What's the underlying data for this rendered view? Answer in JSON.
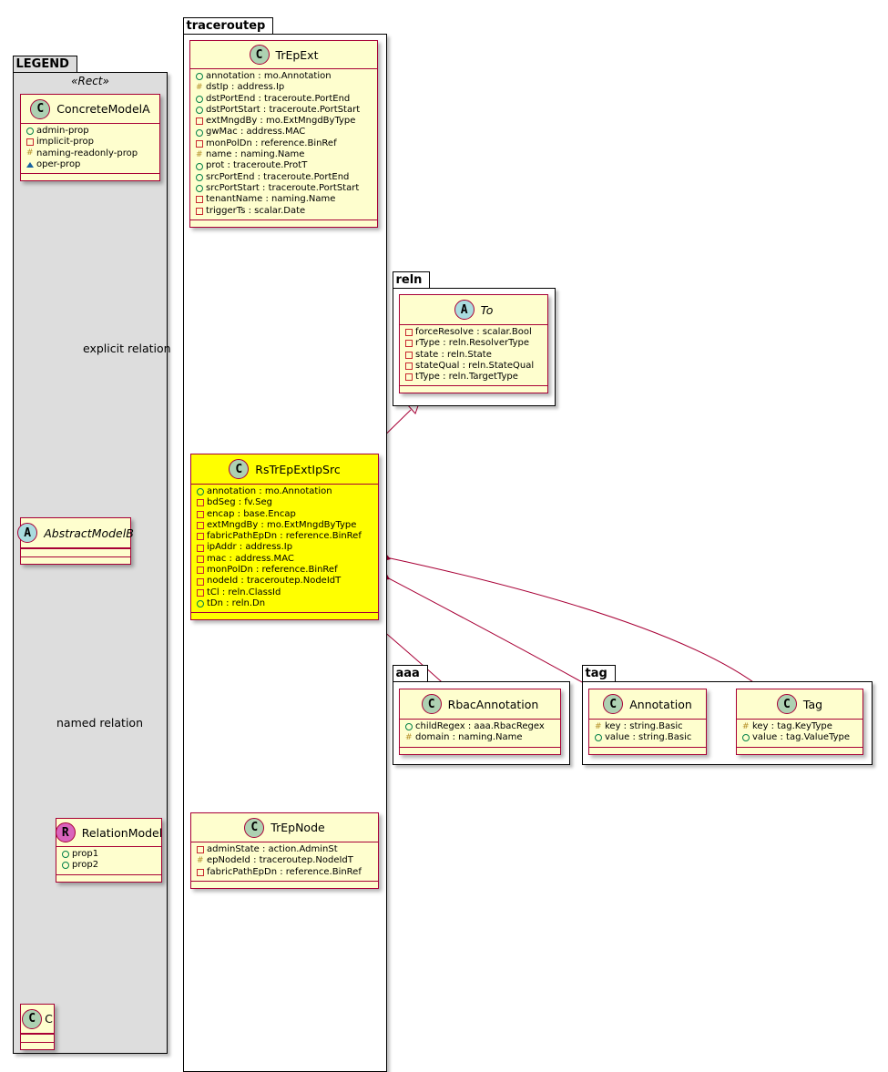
{
  "packages": {
    "legend": {
      "name": "LEGEND",
      "stereotype": "«Rect»"
    },
    "traceroutep": {
      "name": "traceroutep"
    },
    "reln": {
      "name": "reln"
    },
    "aaa": {
      "name": "aaa"
    },
    "tag": {
      "name": "tag"
    }
  },
  "legend_classes": {
    "concrete": {
      "name": "ConcreteModelA",
      "badge": "C",
      "attrs": [
        {
          "vis": "public",
          "text": "admin-prop"
        },
        {
          "vis": "private",
          "text": "implicit-prop"
        },
        {
          "vis": "protected",
          "text": "naming-readonly-prop"
        },
        {
          "vis": "package",
          "text": "oper-prop"
        }
      ]
    },
    "abstract": {
      "name": "AbstractModelB",
      "badge": "A"
    },
    "relation": {
      "name": "RelationModel",
      "badge": "R",
      "attrs": [
        {
          "vis": "public",
          "text": "prop1"
        },
        {
          "vis": "public",
          "text": "prop2"
        }
      ]
    },
    "c": {
      "name": "C",
      "badge": "C"
    }
  },
  "legend_labels": {
    "explicit": "explicit relation",
    "named": "named relation"
  },
  "classes": {
    "trepext": {
      "name": "TrEpExt",
      "badge": "C",
      "attrs": [
        {
          "vis": "public",
          "text": "annotation : mo.Annotation"
        },
        {
          "vis": "protected",
          "text": "dstIp : address.Ip"
        },
        {
          "vis": "public",
          "text": "dstPortEnd : traceroute.PortEnd"
        },
        {
          "vis": "public",
          "text": "dstPortStart : traceroute.PortStart"
        },
        {
          "vis": "private",
          "text": "extMngdBy : mo.ExtMngdByType"
        },
        {
          "vis": "public",
          "text": "gwMac : address.MAC"
        },
        {
          "vis": "private",
          "text": "monPolDn : reference.BinRef"
        },
        {
          "vis": "protected",
          "text": "name : naming.Name"
        },
        {
          "vis": "public",
          "text": "prot : traceroute.ProtT"
        },
        {
          "vis": "public",
          "text": "srcPortEnd : traceroute.PortEnd"
        },
        {
          "vis": "public",
          "text": "srcPortStart : traceroute.PortStart"
        },
        {
          "vis": "private",
          "text": "tenantName : naming.Name"
        },
        {
          "vis": "private",
          "text": "triggerTs : scalar.Date"
        }
      ]
    },
    "to": {
      "name": "To",
      "badge": "A",
      "attrs": [
        {
          "vis": "private",
          "text": "forceResolve : scalar.Bool"
        },
        {
          "vis": "private",
          "text": "rType : reln.ResolverType"
        },
        {
          "vis": "private",
          "text": "state : reln.State"
        },
        {
          "vis": "private",
          "text": "stateQual : reln.StateQual"
        },
        {
          "vis": "private",
          "text": "tType : reln.TargetType"
        }
      ]
    },
    "rstrepext": {
      "name": "RsTrEpExtIpSrc",
      "badge": "C",
      "attrs": [
        {
          "vis": "public",
          "text": "annotation : mo.Annotation"
        },
        {
          "vis": "private",
          "text": "bdSeg : fv.Seg"
        },
        {
          "vis": "private",
          "text": "encap : base.Encap"
        },
        {
          "vis": "private",
          "text": "extMngdBy : mo.ExtMngdByType"
        },
        {
          "vis": "private",
          "text": "fabricPathEpDn : reference.BinRef"
        },
        {
          "vis": "private",
          "text": "ipAddr : address.Ip"
        },
        {
          "vis": "private",
          "text": "mac : address.MAC"
        },
        {
          "vis": "private",
          "text": "monPolDn : reference.BinRef"
        },
        {
          "vis": "private",
          "text": "nodeId : traceroutep.NodeIdT"
        },
        {
          "vis": "private",
          "text": "tCl : reln.ClassId"
        },
        {
          "vis": "public",
          "text": "tDn : reln.Dn"
        }
      ]
    },
    "rbac": {
      "name": "RbacAnnotation",
      "badge": "C",
      "attrs": [
        {
          "vis": "public",
          "text": "childRegex : aaa.RbacRegex"
        },
        {
          "vis": "protected",
          "text": "domain : naming.Name"
        }
      ]
    },
    "annotation": {
      "name": "Annotation",
      "badge": "C",
      "attrs": [
        {
          "vis": "protected",
          "text": "key : string.Basic"
        },
        {
          "vis": "public",
          "text": "value : string.Basic"
        }
      ]
    },
    "tag": {
      "name": "Tag",
      "badge": "C",
      "attrs": [
        {
          "vis": "protected",
          "text": "key : tag.KeyType"
        },
        {
          "vis": "public",
          "text": "value : tag.ValueType"
        }
      ]
    },
    "trepnode": {
      "name": "TrEpNode",
      "badge": "C",
      "attrs": [
        {
          "vis": "private",
          "text": "adminState : action.AdminSt"
        },
        {
          "vis": "protected",
          "text": "epNodeId : traceroutep.NodeIdT"
        },
        {
          "vis": "private",
          "text": "fabricPathEpDn : reference.BinRef"
        }
      ]
    }
  },
  "colors": {
    "class_fill": "#fefece",
    "highlight_fill": "#ffff00",
    "border": "#a80036",
    "legend_bg": "#dddddd"
  }
}
